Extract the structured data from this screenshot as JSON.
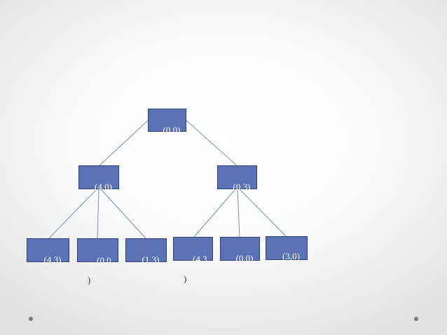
{
  "tree": {
    "root": {
      "label": "(0,0)"
    },
    "level1": [
      {
        "label": "(4,0)"
      },
      {
        "label": "(0,3)"
      }
    ],
    "level2": [
      {
        "label": "(4,3)"
      },
      {
        "label_line1": "(0,0",
        "label_line2": ")"
      },
      {
        "label": "(1,3)"
      },
      {
        "label_line1": "(4,3",
        "label_line2": ")"
      },
      {
        "label": "(0,0)"
      },
      {
        "label": "(3,0)"
      }
    ]
  },
  "colors": {
    "node_fill": "#5b72b6",
    "node_border": "#2f3f6f",
    "edge": "#7d8cb8"
  }
}
